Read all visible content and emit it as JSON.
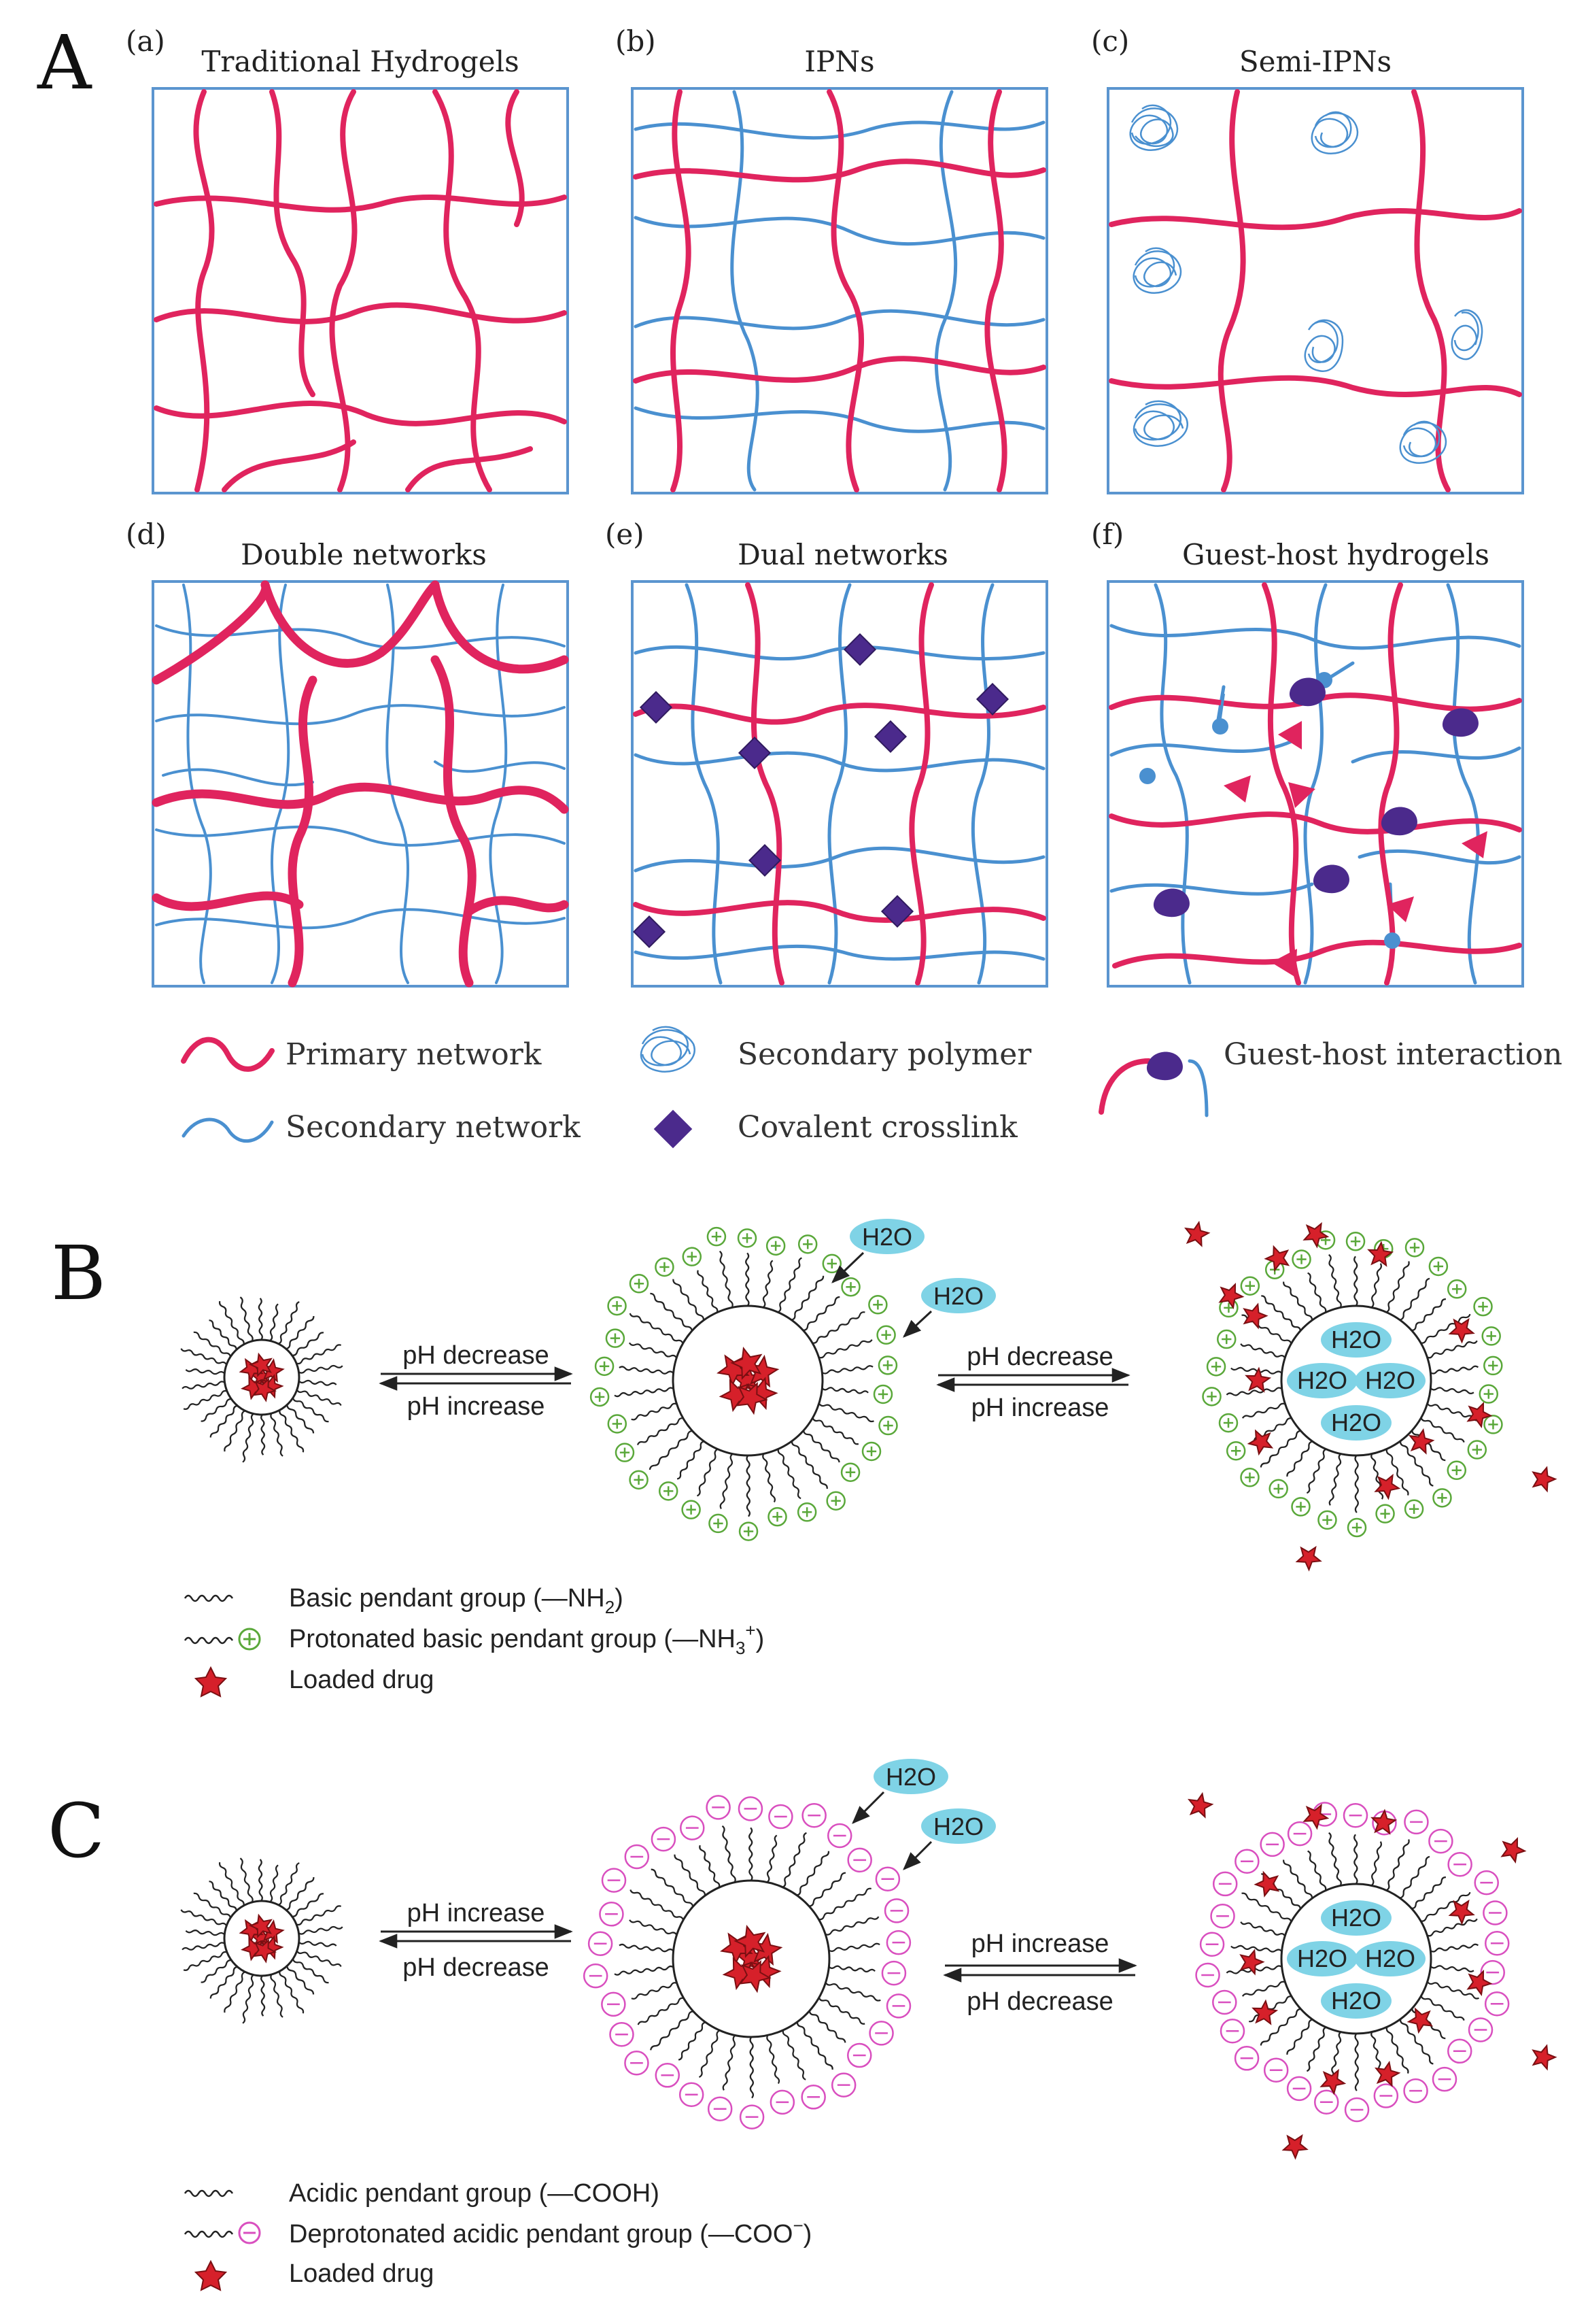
{
  "panel_A": {
    "letter": "A",
    "subpanels": [
      {
        "label": "(a)",
        "title": "Traditional Hydrogels"
      },
      {
        "label": "(b)",
        "title": "IPNs"
      },
      {
        "label": "(c)",
        "title": "Semi-IPNs"
      },
      {
        "label": "(d)",
        "title": "Double networks"
      },
      {
        "label": "(e)",
        "title": "Dual networks"
      },
      {
        "label": "(f)",
        "title": "Guest-host hydrogels"
      }
    ],
    "legend": {
      "primary": "Primary network",
      "secondary": "Secondary network",
      "secondary_polymer": "Secondary polymer",
      "covalent": "Covalent crosslink",
      "guest_host": "Guest-host interaction"
    }
  },
  "panel_B": {
    "letter": "B",
    "arrow1_top": "pH decrease",
    "arrow1_bottom": "pH increase",
    "arrow2_top": "pH decrease",
    "arrow2_bottom": "pH increase",
    "water": "H2O",
    "legend": [
      {
        "text": "Basic pendant group (—NH",
        "sub": "2",
        "sup": "",
        "tail": ")"
      },
      {
        "text": "Protonated basic pendant group (—NH",
        "sub": "3",
        "sup": "+",
        "tail": ")"
      },
      {
        "text": "Loaded drug",
        "sub": "",
        "sup": "",
        "tail": ""
      }
    ]
  },
  "panel_C": {
    "letter": "C",
    "arrow1_top": "pH increase",
    "arrow1_bottom": "pH decrease",
    "arrow2_top": "pH increase",
    "arrow2_bottom": "pH decrease",
    "legend": [
      {
        "text": "Acidic pendant group (—COOH)",
        "sub": "",
        "sup": "",
        "tail": ""
      },
      {
        "text": "Deprotonated acidic pendant group (—COO",
        "sub": "",
        "sup": "−",
        "tail": ")"
      },
      {
        "text": "Loaded drug",
        "sub": "",
        "sup": "",
        "tail": ""
      }
    ]
  },
  "colors": {
    "primary": "#e0245e",
    "secondary": "#4a90d0",
    "crosslink": "#4b2a8c",
    "water": "#7fd3e6",
    "plus": "#5aa83a",
    "minus": "#d94fbf",
    "drug": "#d6202a"
  }
}
